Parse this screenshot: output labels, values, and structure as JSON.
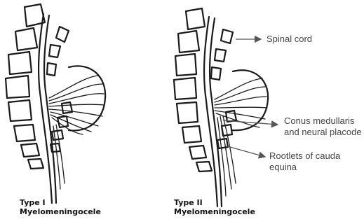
{
  "panels": [
    {
      "caption_line1": "Type I",
      "caption_line2": "Myelomeningocele"
    },
    {
      "caption_line1": "Type II",
      "caption_line2": "Myelomeningocele"
    }
  ],
  "callouts": {
    "spinal_cord": "Spinal cord",
    "conus_line1": "Conus medullaris",
    "conus_line2": "and neural placode",
    "rootlets_line1": "Rootlets of cauda",
    "rootlets_line2": "equina"
  },
  "colors": {
    "ink": "#1a1a1a",
    "text": "#444444",
    "background": "#ffffff"
  }
}
